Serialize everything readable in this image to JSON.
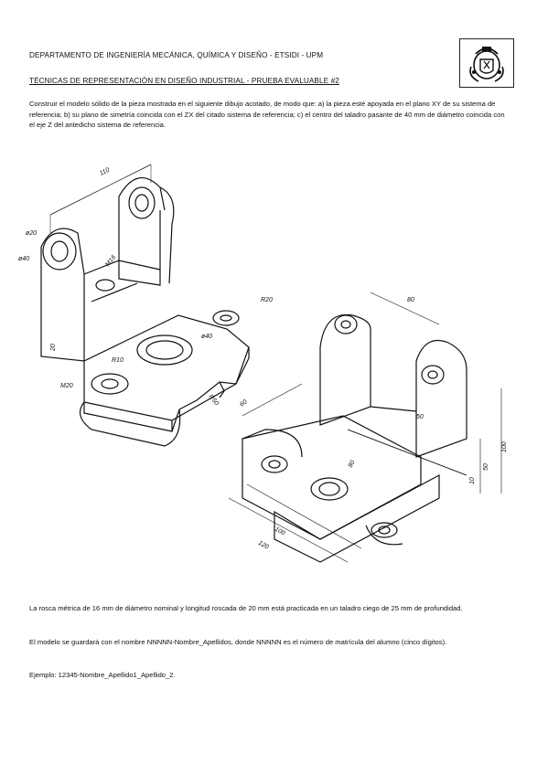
{
  "header": {
    "department": "DEPARTAMENTO DE INGENIERÍA MECÁNICA, QUÍMICA Y DISEÑO - ETSIDI - UPM",
    "course_title": "TÉCNICAS DE REPRESENTACIÓN EN DISEÑO INDUSTRIAL - PRUEBA EVALUABLE #2"
  },
  "logo": {
    "icon": "university-crest-icon"
  },
  "instructions": {
    "intro": "Construir el modelo sólido de la pieza mostrada en el siguiente dibujo acotado, de modo que: a) la pieza esté apoyada en el plano XY de su sistema de referencia; b) su plano de simetría coincida con el ZX del citado sistema de referencia; c) el centro del taladro pasante de 40 mm de diámetro coincida con el eje Z del antedicho sistema de referencia.",
    "thread_note": "La rosca métrica de 16 mm de diámetro nominal y longitud roscada de 20 mm está practicada en un taladro ciego de 25 mm de profundidad.",
    "save_note": "El modelo se guardará con el nombre NNNNN-Nombre_Apellidos, donde NNNNN es el número de matrícula del alumno (cinco dígitos).",
    "example": "Ejemplo: 12345-Nombre_Apellido1_Apellido_2."
  },
  "drawing_left": {
    "dims": {
      "width_110": "110",
      "r20_top": "ø20",
      "d40_side": "ø40",
      "m16": "M16",
      "r20": "R20",
      "d40": "ø40",
      "r10": "R10",
      "m20": "M20",
      "h20": "20",
      "r50": "R50"
    }
  },
  "drawing_right": {
    "dims": {
      "w80": "80",
      "d60": "60",
      "d50": "50",
      "d80": "80",
      "h100": "100",
      "h50": "50",
      "h10": "10",
      "l100": "100",
      "l120": "120"
    }
  }
}
